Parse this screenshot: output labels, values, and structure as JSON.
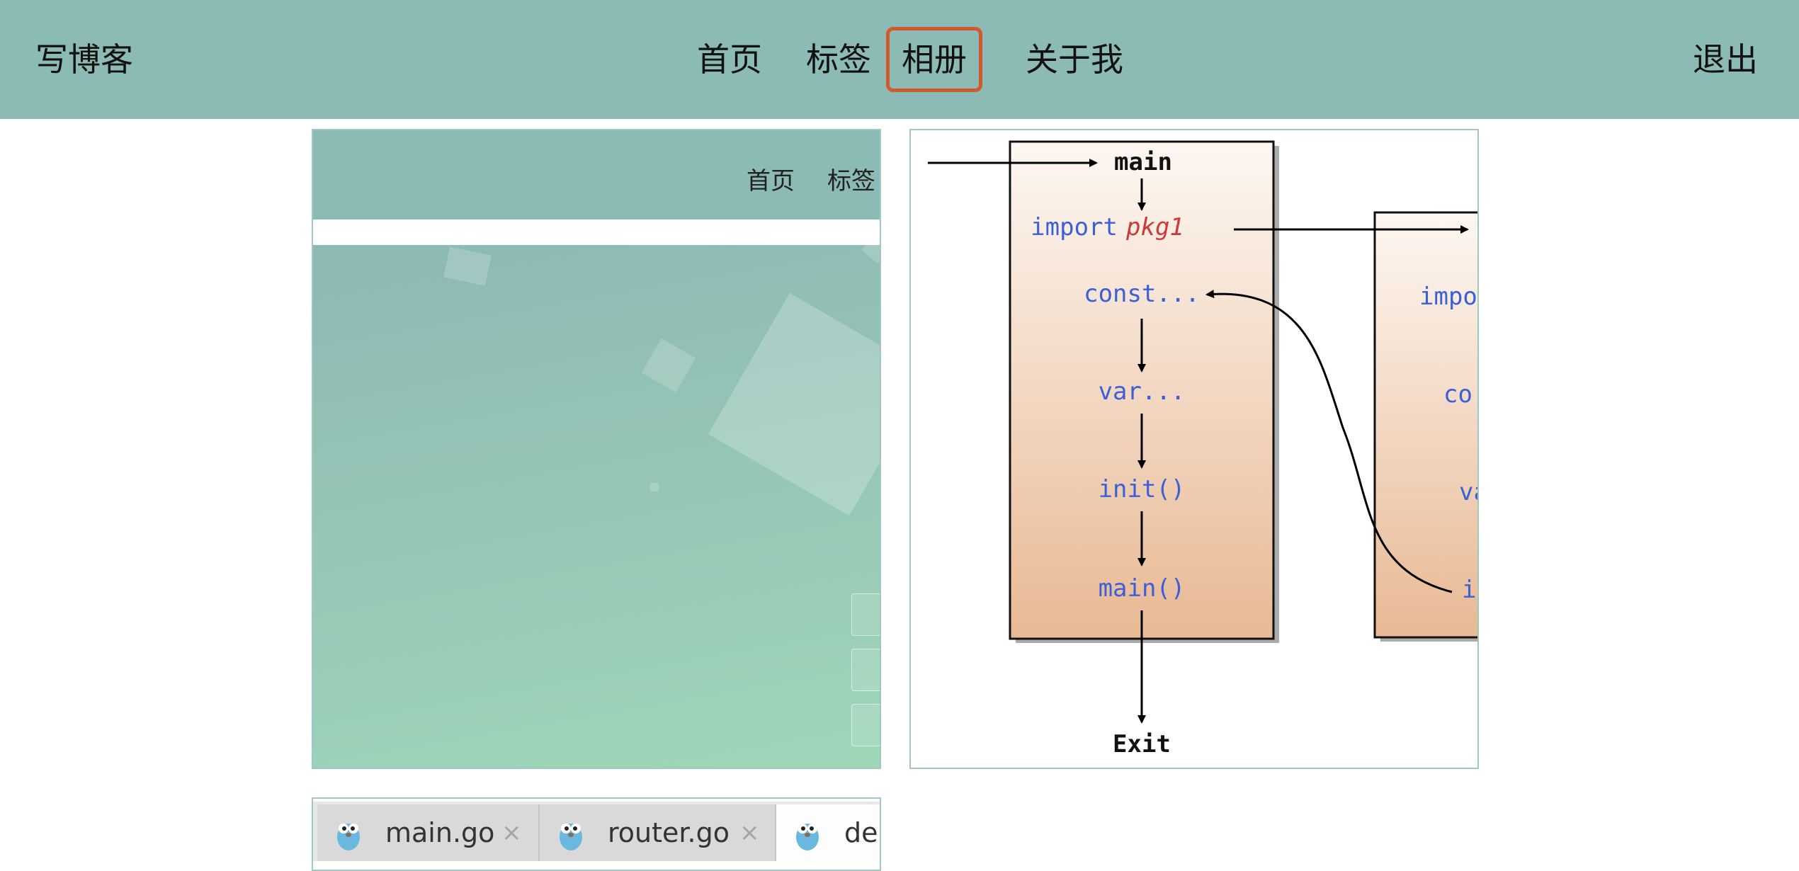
{
  "navbar": {
    "brand": "写博客",
    "links": [
      {
        "label": "首页"
      },
      {
        "label": "标签"
      },
      {
        "label": "相册",
        "active": true
      },
      {
        "label": "关于我"
      }
    ],
    "logout": "退出",
    "background": "#8cbab4",
    "active_border_color": "#d05a2c"
  },
  "album": {
    "card1": {
      "nav_home": "首页",
      "nav_tags": "标签"
    },
    "card2": {
      "diagram": {
        "entry_label": "main",
        "main_pkg_items": [
          "import",
          "pkg1",
          "const...",
          "var...",
          "init()",
          "main()"
        ],
        "exit_label": "Exit",
        "second_pkg_partial": [
          "impo",
          "co",
          "va",
          "i"
        ]
      }
    },
    "card3": {
      "tabs": [
        {
          "label": "main.go",
          "close": "×"
        },
        {
          "label": "router.go",
          "close": "×"
        },
        {
          "label": "de",
          "active": true
        }
      ]
    }
  }
}
